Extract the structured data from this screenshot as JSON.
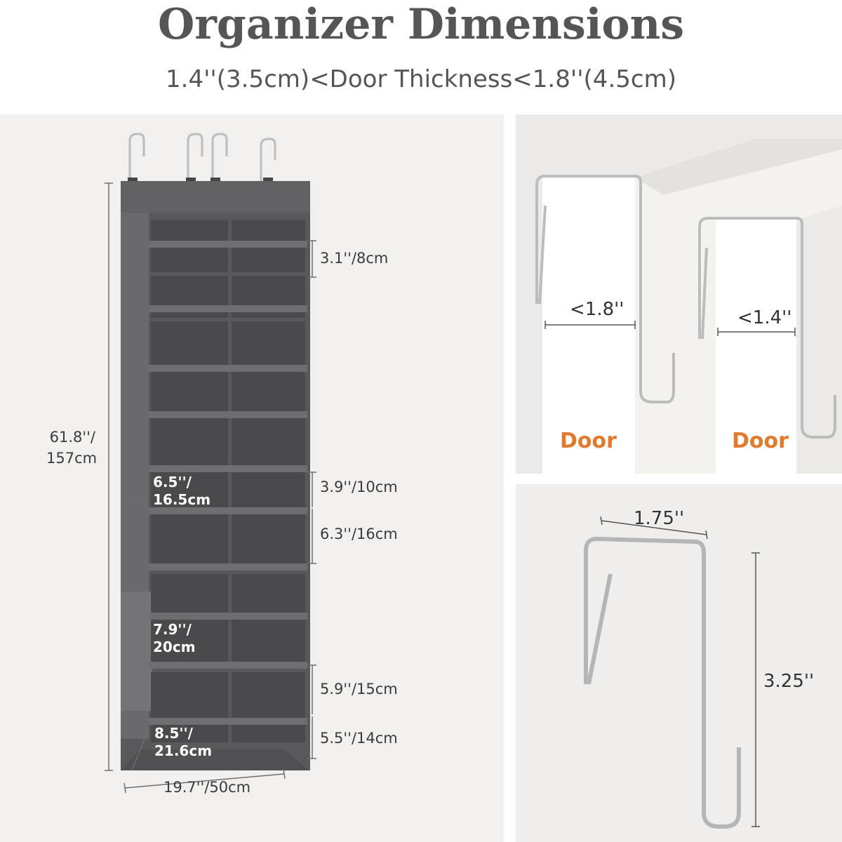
{
  "header": {
    "title": "Organizer Dimensions",
    "subtitle": "1.4''(3.5cm)<Door Thickness<1.8''(4.5cm)"
  },
  "organizer": {
    "height": "61.8''/\n157cm",
    "width": "19.7''/50cm",
    "top_pocket": "3.1''/8cm",
    "pocket_a": "3.9''/10cm",
    "pocket_b": "6.3''/16cm",
    "pocket_c": "5.9''/15cm",
    "pocket_d": "5.5''/14cm",
    "side_width": "6.5''/\n16.5cm",
    "side_height": "7.9''/\n20cm",
    "bottom_depth": "8.5''/\n21.6cm"
  },
  "door_panel": {
    "thick_label": "<1.8''",
    "thin_label": "<1.4''",
    "door_text_1": "Door",
    "door_text_2": "Door"
  },
  "hook_panel": {
    "width": "1.75''",
    "height": "3.25''"
  },
  "colors": {
    "fabric": "#5c5c5e",
    "door_label": "#e07a2c",
    "title": "#555555"
  }
}
